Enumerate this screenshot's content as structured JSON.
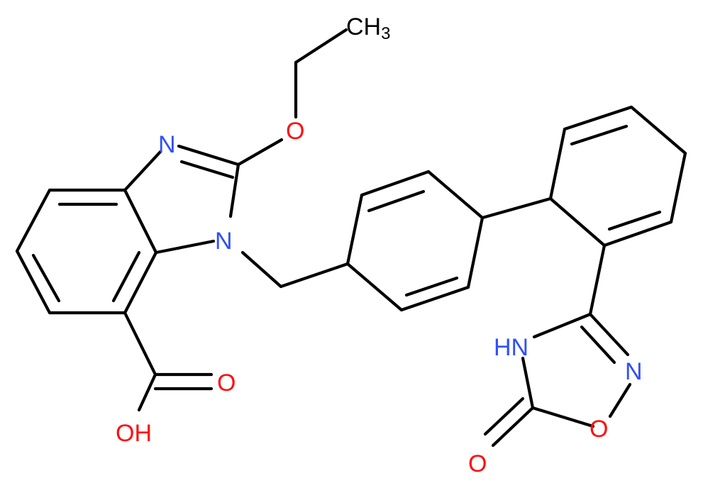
{
  "molecule": {
    "atoms": [
      {
        "id": "ch3",
        "label": "CH3",
        "main": "CH",
        "sub": "3",
        "color": "#000000"
      },
      {
        "id": "o_eth",
        "label": "O",
        "color": "#ff0d0d"
      },
      {
        "id": "n3",
        "label": "N",
        "color": "#3050f8"
      },
      {
        "id": "n1",
        "label": "N",
        "color": "#3050f8"
      },
      {
        "id": "o_co",
        "label": "O",
        "color": "#ff0d0d"
      },
      {
        "id": "o_oh",
        "label": "OH",
        "color": "#ff0d0d"
      },
      {
        "id": "nh",
        "label": "HN",
        "color": "#3050f8"
      },
      {
        "id": "n_ox",
        "label": "N",
        "color": "#3050f8"
      },
      {
        "id": "o_ox",
        "label": "O",
        "color": "#ff0d0d"
      },
      {
        "id": "o_ket",
        "label": "O",
        "color": "#ff0d0d"
      }
    ]
  }
}
